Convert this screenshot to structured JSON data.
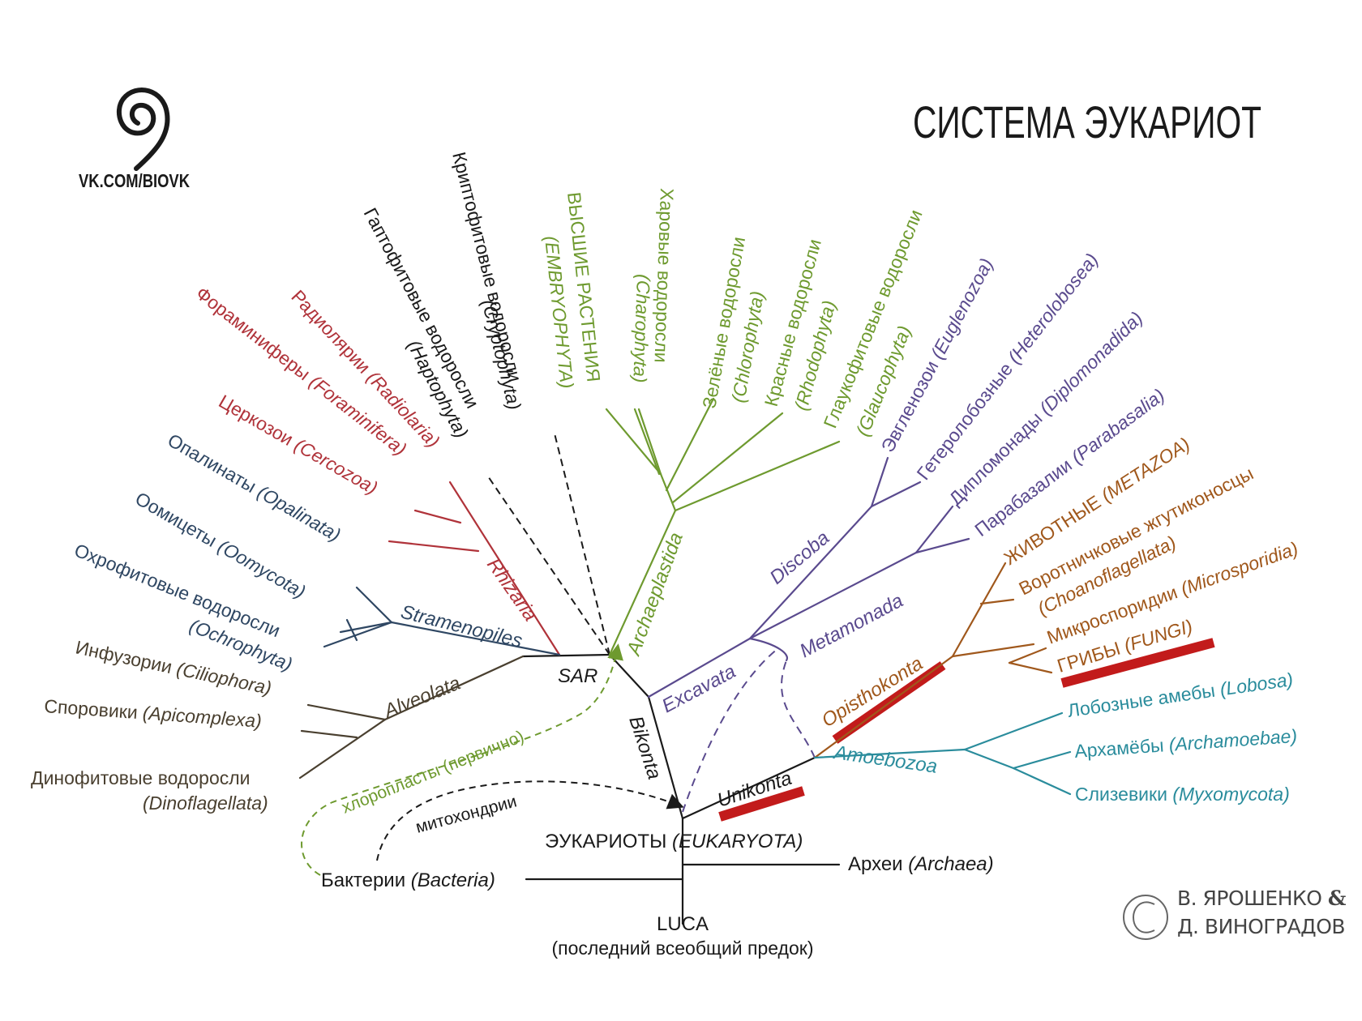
{
  "header": {
    "title": "СИСТЕМА ЭУКАРИОТ",
    "source": "VK.COM/BIOVK",
    "author_line1": "В. ЯРОШЕНКО",
    "author_amp": "&",
    "author_line2": "Д. ВИНОГРАДОВ"
  },
  "colors": {
    "black": "#1a1a1a",
    "plants": "#6e9a2f",
    "rhizaria": "#b0333a",
    "stramenopiles": "#2f4763",
    "alveolata": "#4a4030",
    "excavata": "#5a4a8e",
    "opisthokonta": "#a0581c",
    "amoebozoa": "#2a8c9c",
    "highlight": "#c21b1b"
  },
  "clades": {
    "sar": "SAR",
    "bikonta": "Bikonta",
    "unikonta": "Unikonta",
    "rhizaria": "Rhizaria",
    "stramenopiles": "Stramenopiles",
    "alveolata": "Alveolata",
    "archaeplastida": "Archaeplastida",
    "excavata": "Excavata",
    "discoba": "Discoba",
    "metamonada": "Metamonada",
    "opisthokonta": "Opisthokonta",
    "amoebozoa": "Amoebozoa"
  },
  "base": {
    "eukaryota_ru": "ЭУКАРИОТЫ",
    "eukaryota_lat": "(EUKARYOTA)",
    "archaea_ru": "Археи",
    "archaea_lat": "(Archaea)",
    "bacteria_ru": "Бактерии",
    "bacteria_lat": "(Bacteria)",
    "luca": "LUCA",
    "luca_desc": "(последний всеобщий предок)",
    "mitochondria": "митохондрии",
    "chloroplasts": "хлоропласты (первично)"
  },
  "taxa": {
    "foraminifera_ru": "Фораминиферы",
    "foraminifera_lat": "(Foraminifera)",
    "radiolaria_ru": "Радиолярии",
    "radiolaria_lat": "(Radiolaria)",
    "cercozoa_ru": "Церкозои",
    "cercozoa_lat": "(Cercozoa)",
    "opalinata_ru": "Опалинаты",
    "opalinata_lat": "(Opalinata)",
    "oomycota_ru": "Оомицеты",
    "oomycota_lat": "(Oomycota)",
    "ochrophyta_ru": "Охрофитовые водоросли",
    "ochrophyta_lat": "(Ochrophyta)",
    "ciliophora_ru": "Инфузории",
    "ciliophora_lat": "(Ciliophora)",
    "apicomplexa_ru": "Споровики",
    "apicomplexa_lat": "(Apicomplexa)",
    "dinoflagellata_ru": "Динофитовые водоросли",
    "dinoflagellata_lat": "(Dinoflagellata)",
    "haptophyta_ru": "Гаптофитовые водоросли",
    "haptophyta_lat": "(Haptophyta)",
    "cryptophyta_ru": "Криптофитовые водоросли",
    "cryptophyta_lat": "(Cryptophyta)",
    "embryophyta_ru": "ВЫСШИЕ РАСТЕНИЯ",
    "embryophyta_lat": "(EMBRYOPHYTA)",
    "charophyta_ru": "Харовые водоросли",
    "charophyta_lat": "(Charophyta)",
    "chlorophyta_ru": "Зелёные водоросли",
    "chlorophyta_lat": "(Chlorophyta)",
    "rhodophyta_ru": "Красные водоросли",
    "rhodophyta_lat": "(Rhodophyta)",
    "glaucophyta_ru": "Глаукофитовые водоросли",
    "glaucophyta_lat": "(Glaucophyta)",
    "euglenozoa_ru": "Эвгленозои",
    "euglenozoa_lat": "(Euglenozoa)",
    "heterolobosea_ru": "Гетеролобозные",
    "heterolobosea_lat": "(Heterolobosea)",
    "diplomonadida_ru": "Дипломонады",
    "diplomonadida_lat": "(Diplomonadida)",
    "parabasalia_ru": "Парабазалии",
    "parabasalia_lat": "(Parabasalia)",
    "metazoa_ru": "ЖИВОТНЫЕ",
    "metazoa_lat": "(METAZOA)",
    "choanoflagellata_ru": "Воротничковые жгутиконосцы",
    "choanoflagellata_lat": "(Choanoflagellata)",
    "microsporidia_ru": "Микроспоридии",
    "microsporidia_lat": "(Microsporidia)",
    "fungi_ru": "ГРИБЫ",
    "fungi_lat": "(FUNGI)",
    "lobosa_ru": "Лобозные амебы",
    "lobosa_lat": "(Lobosa)",
    "archamoebae_ru": "Архамёбы",
    "archamoebae_lat": "(Archamoebae)",
    "myxomycota_ru": "Слизевики",
    "myxomycota_lat": "(Myxomycota)"
  }
}
